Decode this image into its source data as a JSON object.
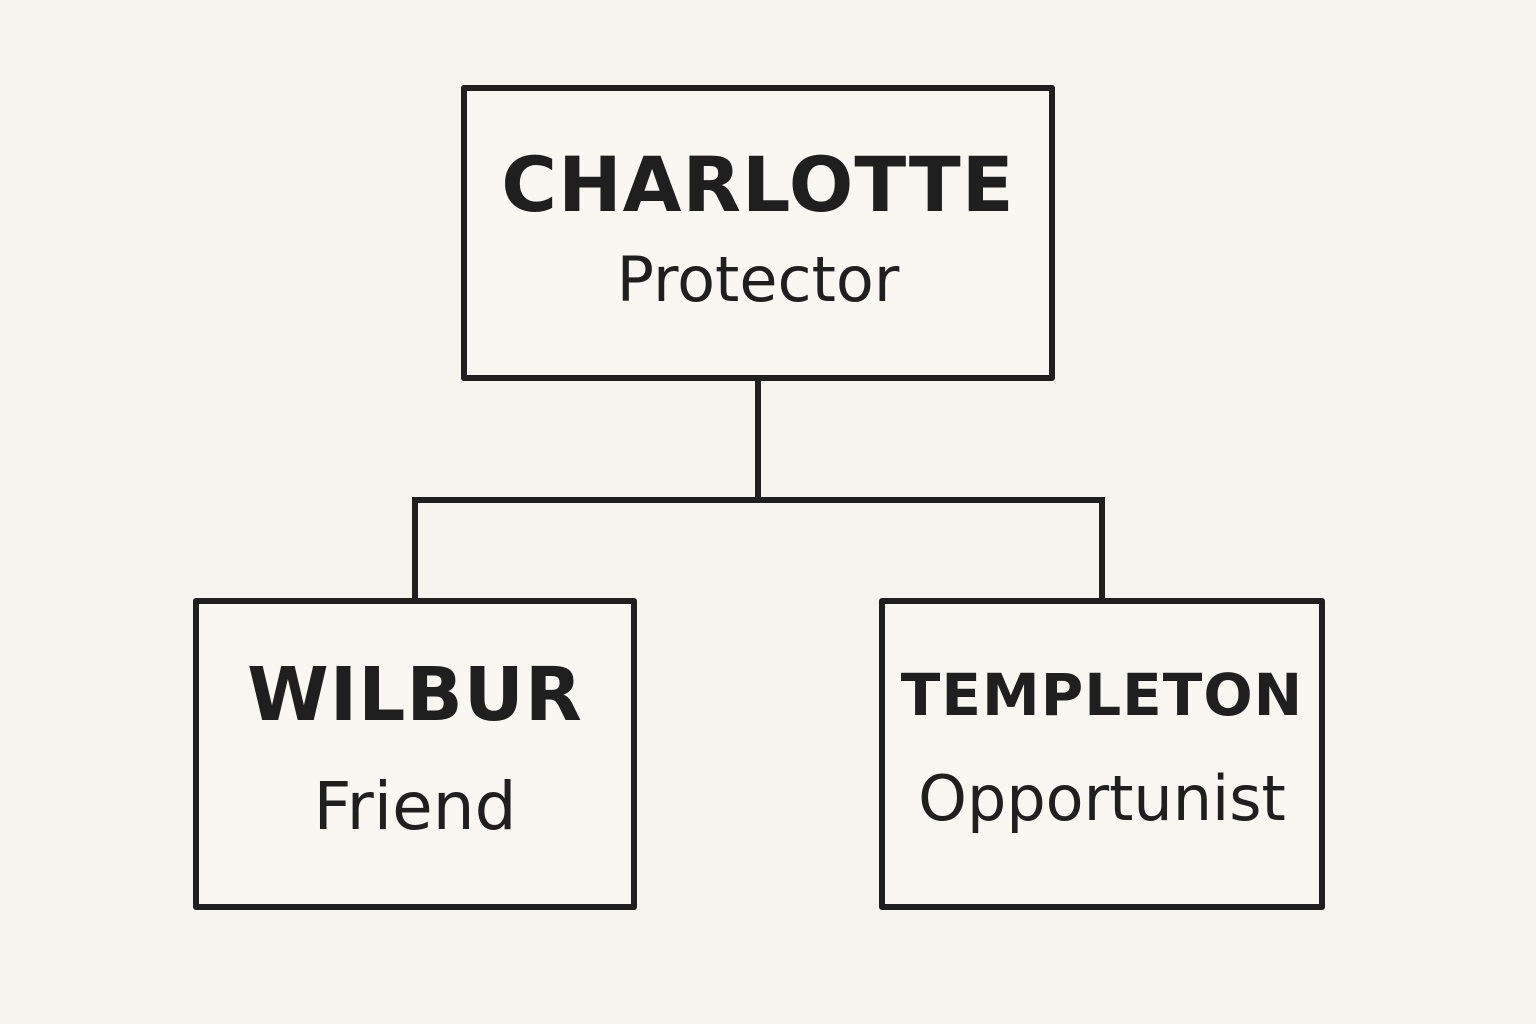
{
  "diagram": {
    "root": {
      "name": "CHARLOTTE",
      "role": "Protector"
    },
    "children": [
      {
        "name": "WILBUR",
        "role": "Friend"
      },
      {
        "name": "TEMPLETON",
        "role": "Opportunist"
      }
    ]
  },
  "colors": {
    "background": "#f6f4ef",
    "line": "#1f1f1f",
    "text": "#1f1f1f"
  }
}
